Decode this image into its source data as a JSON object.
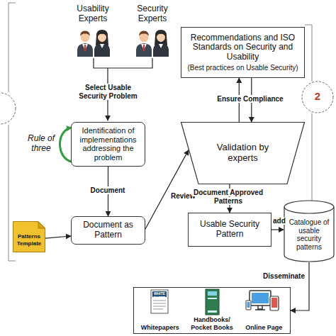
{
  "diagram": {
    "nodes": [
      {
        "text": [
          "Recommendations and ISO Standards on Security and Usability",
          "(Best practices on Usable Security)"
        ]
      },
      {
        "text": [
          "Identification of implementations addressing the problem"
        ]
      },
      {
        "text": [
          "Validation by experts"
        ]
      },
      {
        "text": [
          "Patterns Template"
        ]
      },
      {
        "text": [
          "Document as Pattern"
        ]
      },
      {
        "text": [
          "Usable Security Pattern"
        ]
      },
      {
        "text": [
          "Catalogue of usable security patterns"
        ]
      },
      {
        "text": [
          "Whitepapers",
          "Handbooks/ Pocket Books",
          "Online Page"
        ]
      }
    ],
    "edges": [
      {
        "from": 1,
        "to": 4,
        "label": "Document",
        "arrow": "to"
      },
      {
        "from": 3,
        "to": 4,
        "arrow": "to"
      },
      {
        "from": 4,
        "to": 2,
        "label": "Review",
        "arrow": "to"
      },
      {
        "from": 2,
        "to": 0,
        "label": "Ensure Compliance",
        "arrow": "to"
      },
      {
        "from": 0,
        "to": 2,
        "arrow": "to"
      },
      {
        "from": 2,
        "to": 5,
        "label": "Document Approved Patterns",
        "arrow": "to"
      },
      {
        "from": 5,
        "to": 6,
        "label": "add",
        "arrow": "to"
      },
      {
        "from": 6,
        "to": 7,
        "label": "Disseminate",
        "arrow": "to"
      }
    ],
    "labels": [
      "Usability Experts",
      "Security Experts",
      "Select Usable Security Problem",
      "Rule of three",
      "2",
      "WHITE PAPER"
    ]
  }
}
